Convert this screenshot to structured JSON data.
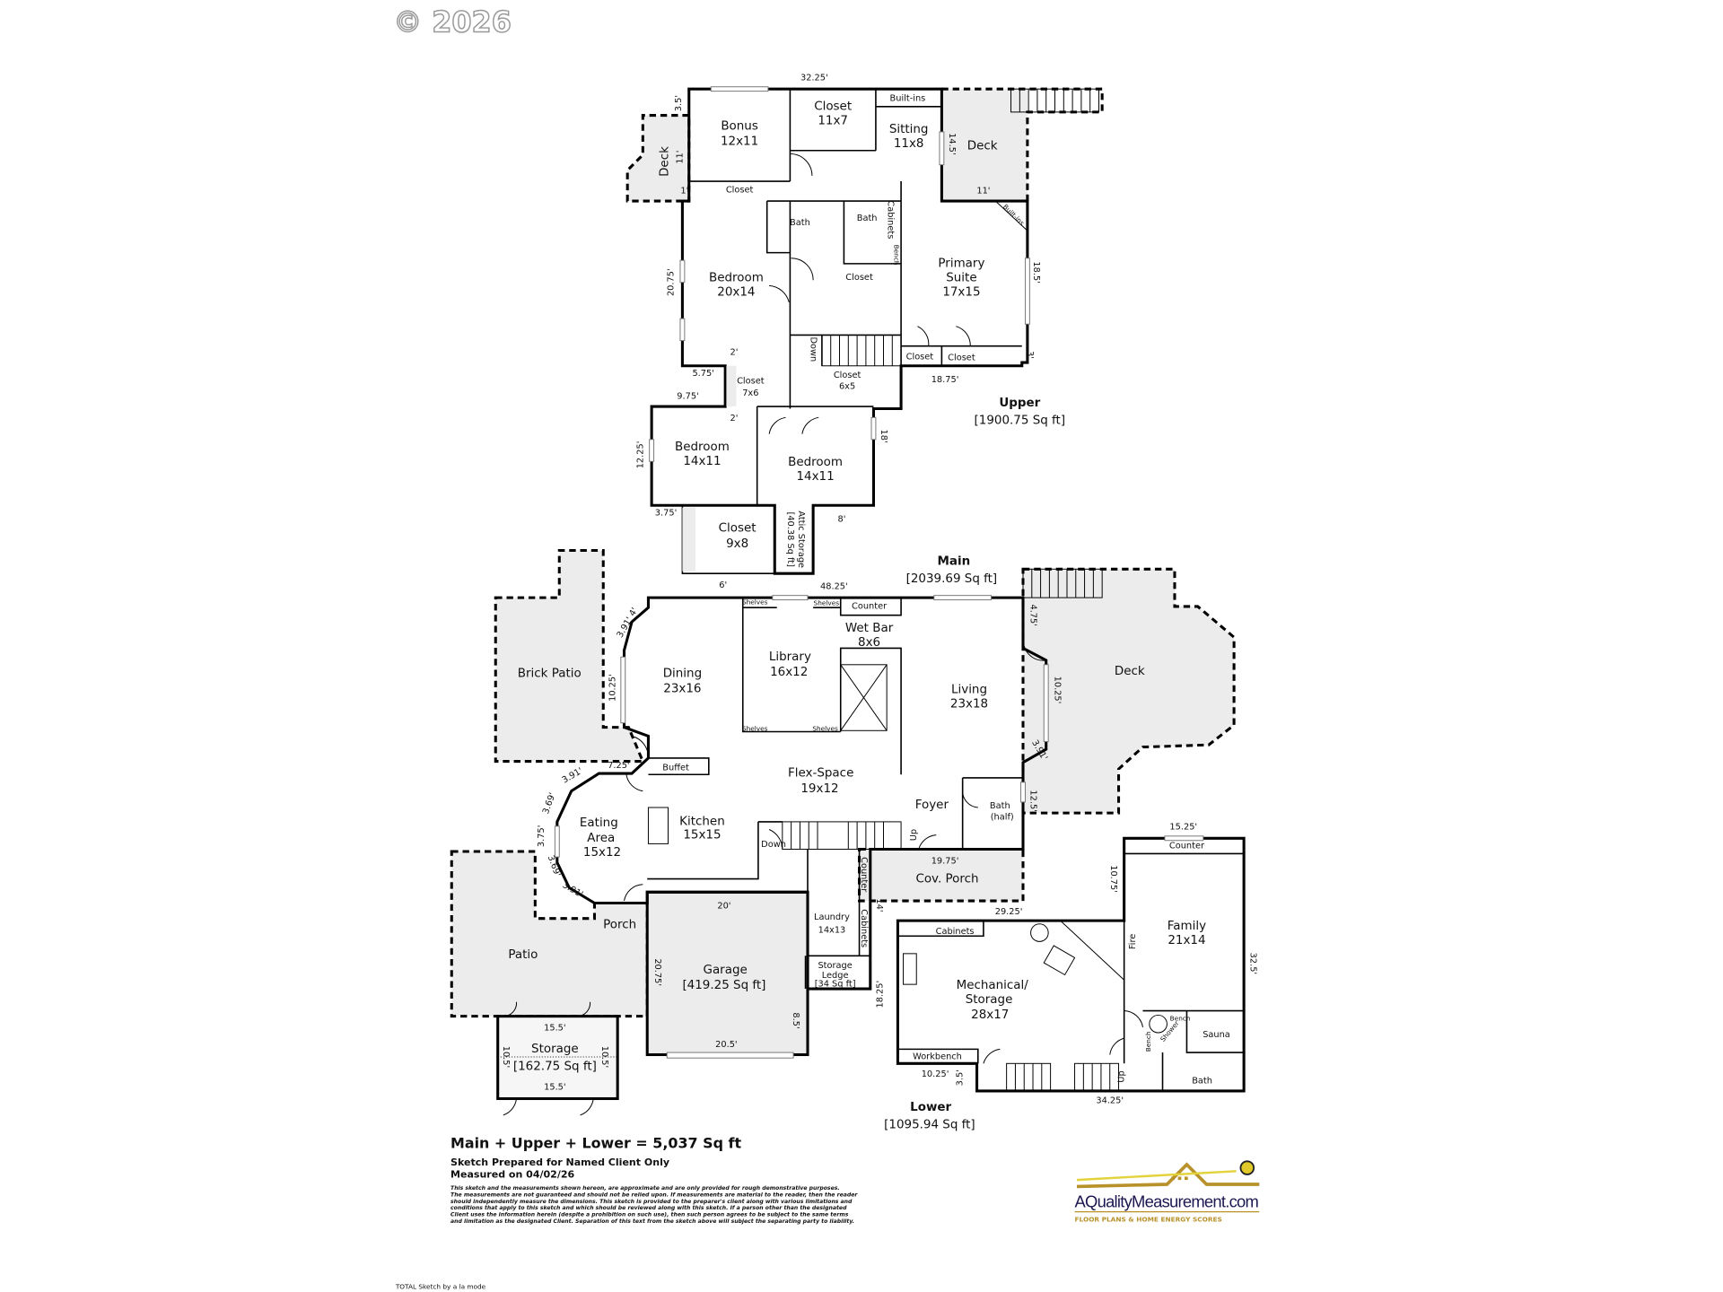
{
  "copyright": "© 2026",
  "upper": {
    "title": "Upper",
    "area": "[1900.75 Sq ft]",
    "rooms": [
      "Bonus",
      "12x11",
      "Closet",
      "11x7",
      "Built-ins",
      "Sitting",
      "11x8",
      "Deck",
      "Deck",
      "Closet",
      "Bath",
      "Bath",
      "Cabinets",
      "Bench",
      "Closet",
      "Bedroom",
      "20x14",
      "Primary",
      "Suite",
      "17x15",
      "Closet",
      "Closet",
      "Down",
      "Closet",
      "7x6",
      "Closet",
      "6x5",
      "Bedroom",
      "14x11",
      "Bedroom",
      "14x11",
      "Closet",
      "9x8",
      "Attic Storage",
      "[40.38 Sq ft]",
      "Built-ins"
    ],
    "dimensions": [
      "32.25'",
      "3.5'",
      "11'",
      "1'",
      "14.5'",
      "11'",
      "18.5'",
      "20.75'",
      "2'",
      "3'",
      "18.75'",
      "5.75'",
      "9.75'",
      "2'",
      "12.25'",
      "18'",
      "3.75'",
      "8'",
      "6'"
    ]
  },
  "main": {
    "title": "Main",
    "area": "[2039.69 Sq ft]",
    "rooms": [
      "Shelves",
      "Shelves",
      "Shelves",
      "Shelves",
      "Counter",
      "Wet Bar",
      "8x6",
      "Library",
      "16x12",
      "Dining",
      "23x16",
      "Brick Patio",
      "Living",
      "23x18",
      "Deck",
      "Buffet",
      "Flex-Space",
      "19x12",
      "Foyer",
      "Bath",
      "(half)",
      "Eating",
      "Area",
      "15x12",
      "Kitchen",
      "15x15",
      "Down",
      "Up",
      "Counter",
      "Cabinets",
      "Cov. Porch",
      "Laundry",
      "14x13",
      "Storage",
      "Ledge",
      "[34 Sq ft]",
      "Garage",
      "[419.25 Sq ft]",
      "Porch",
      "Patio",
      "Storage",
      "[162.75 Sq ft]"
    ],
    "dimensions": [
      "48.25'",
      "3.91' 4'",
      "10.25'",
      "7.25'",
      "3.91'",
      "3.69'",
      "3.75'",
      "3.69'",
      "3.91'",
      "4.75'",
      "10.25'",
      "3.91'",
      "12.5'",
      "19.75'",
      "29.25'",
      "14'",
      "20'",
      "20.75'",
      "8.5'",
      "20.5'",
      "15.5'",
      "15.5'",
      "10.5'",
      "10.5'"
    ]
  },
  "lower": {
    "title": "Lower",
    "area": "[1095.94 Sq ft]",
    "rooms": [
      "Cabinets",
      "Mechanical/",
      "Storage",
      "28x17",
      "Family",
      "21x14",
      "Fire",
      "Counter",
      "Workbench",
      "Up",
      "Sauna",
      "Bath",
      "Bench",
      "Shower",
      "Bench"
    ],
    "dimensions": [
      "15.25'",
      "10.75'",
      "32.5'",
      "18.25'",
      "10.25'",
      "3.5'",
      "34.25'"
    ]
  },
  "footer": {
    "total": "Main + Upper + Lower = 5,037 Sq ft",
    "prepared": "Sketch Prepared for Named Client Only",
    "measured": "Measured on 04/02/26",
    "disclaimer": [
      "This sketch and the measurements shown hereon, are approximate and are only provided for rough demonstrative purposes.",
      "The measurements are not guaranteed and should not be relied upon.  If measurements are material to the reader, then the reader",
      "should independently measure the dimensions.  This sketch is provided to the preparer's client along with various limitations and",
      "conditions that apply to this sketch and which should be reviewed along with this sketch.  If a person other than the designated",
      "Client uses the information herein (despite a prohibition on such use), then such person agrees to be subject to the same terms",
      "and limitation as the designated Client.  Separation of this text from the sketch above will subject the separating party to liability."
    ],
    "credit": "TOTAL Sketch by a la mode"
  },
  "logo": {
    "name": "AQualityMeasurement.com",
    "tagline": "FLOOR PLANS & HOME ENERGY SCORES"
  }
}
